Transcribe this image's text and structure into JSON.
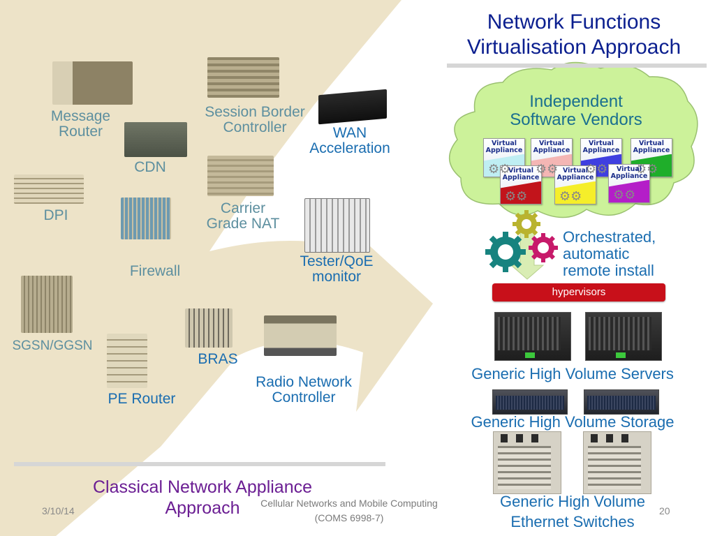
{
  "slide": {
    "right_title": {
      "line1": "Network Functions",
      "line2": "Virtualisation Approach"
    },
    "left_title": {
      "line1": "Classical Network Appliance",
      "line2": "Approach"
    },
    "footer": {
      "date": "3/10/14",
      "course_line1": "Cellular Networks and Mobile Computing",
      "course_line2": "(COMS 6998-7)",
      "page_number": "20"
    }
  },
  "classical_appliances": [
    {
      "label_line1": "Message",
      "label_line2": "Router"
    },
    {
      "label_line1": "Session Border",
      "label_line2": "Controller"
    },
    {
      "label_line1": "WAN",
      "label_line2": "Acceleration"
    },
    {
      "label_line1": "CDN",
      "label_line2": ""
    },
    {
      "label_line1": "Carrier",
      "label_line2": "Grade NAT"
    },
    {
      "label_line1": "DPI",
      "label_line2": ""
    },
    {
      "label_line1": "Firewall",
      "label_line2": ""
    },
    {
      "label_line1": "Tester/QoE",
      "label_line2": "monitor"
    },
    {
      "label_line1": "SGSN/GGSN",
      "label_line2": ""
    },
    {
      "label_line1": "BRAS",
      "label_line2": ""
    },
    {
      "label_line1": "PE Router",
      "label_line2": ""
    },
    {
      "label_line1": "Radio Network",
      "label_line2": "Controller"
    }
  ],
  "nfv": {
    "cloud_title": {
      "line1": "Independent",
      "line2": "Software Vendors"
    },
    "virtual_appliances": [
      {
        "line1": "Virtual",
        "line2": "Appliance",
        "color": "#bfeef3"
      },
      {
        "line1": "Virtual",
        "line2": "Appliance",
        "color": "#f4b6b4"
      },
      {
        "line1": "Virtual",
        "line2": "Appliance",
        "color": "#3f3fe0"
      },
      {
        "line1": "Virtual",
        "line2": "Appliance",
        "color": "#1fae2a"
      },
      {
        "line1": "Virtual",
        "line2": "Appliance",
        "color": "#c2141b"
      },
      {
        "line1": "Virtual",
        "line2": "Appliance",
        "color": "#f5ee2a"
      },
      {
        "line1": "Virtual",
        "line2": "Appliance",
        "color": "#b41ec8"
      }
    ],
    "orchestration": {
      "line1": "Orchestrated,",
      "line2": "automatic",
      "line3": "remote install"
    },
    "hypervisors_label": "hypervisors",
    "servers_label": "Generic High Volume Servers",
    "storage_label": "Generic High Volume Storage",
    "switches_label": {
      "line1": "Generic High Volume",
      "line2": "Ethernet Switches"
    }
  },
  "colors": {
    "right_title": "#0b1f8f",
    "left_title": "#6b1e93",
    "beige": "#ede3c8",
    "cloud_fill": "#ccf29a",
    "hypervisor_bar": "#c8101a",
    "label_blue": "#1a6db0"
  }
}
